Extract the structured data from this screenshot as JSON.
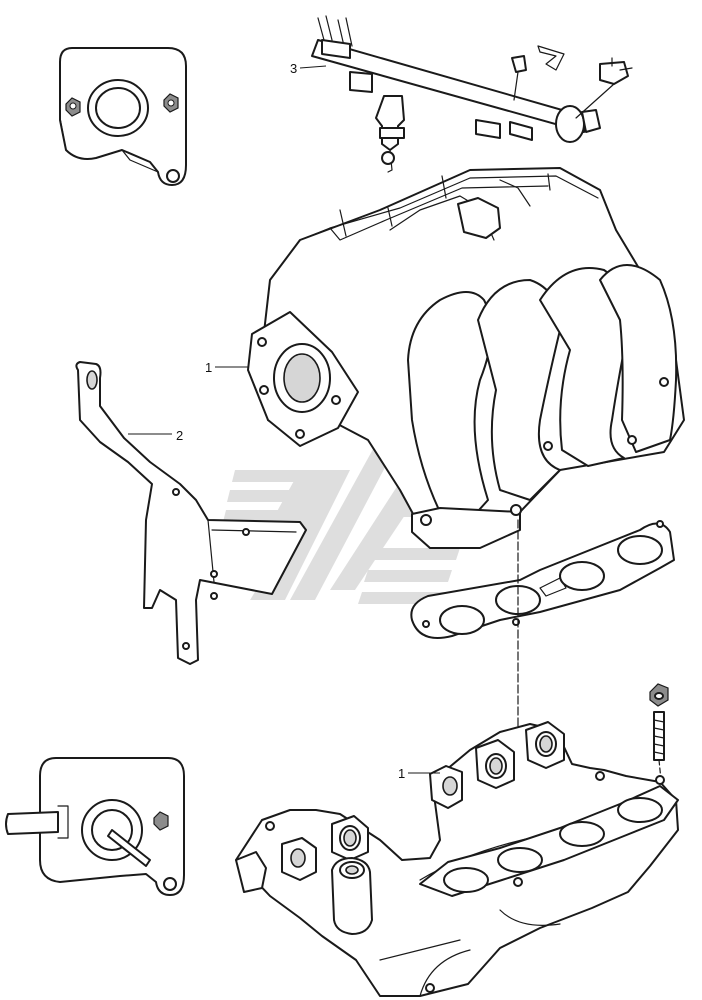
{
  "colors": {
    "line": "#1a1a1a",
    "watermark": "#d9d9d9",
    "background": "#ffffff"
  },
  "callouts": [
    {
      "id": "1",
      "label": "1"
    },
    {
      "id": "2",
      "label": "2"
    },
    {
      "id": "3",
      "label": "3"
    },
    {
      "id": "1b",
      "label": "1"
    }
  ],
  "parts": [
    "throttle-body-detail",
    "fuel-rail-with-injectors",
    "upper-intake-plenum",
    "mounting-bracket",
    "manifold-gasket",
    "lower-intake-manifold",
    "stud-and-nut",
    "throttle-flange-detail",
    "watermark-logo"
  ]
}
